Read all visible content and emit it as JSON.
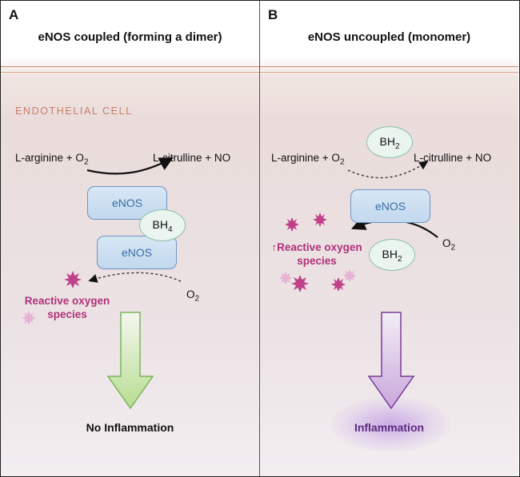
{
  "panel_a": {
    "letter": "A",
    "title": "eNOS coupled (forming a dimer)",
    "cell_label": "ENDOTHELIAL CELL",
    "substrate": "L-arginine + O",
    "substrate_sub": "2",
    "product": "L-citrulline + NO",
    "enos_top": "eNOS",
    "enos_bottom": "eNOS",
    "cofactor": "BH",
    "cofactor_sub": "4",
    "oxygen": "O",
    "oxygen_sub": "2",
    "ros_line1": "Reactive oxygen",
    "ros_line2": "species",
    "outcome": "No Inflammation"
  },
  "panel_b": {
    "letter": "B",
    "title": "eNOS uncoupled (monomer)",
    "cofactor_top": "BH",
    "cofactor_top_sub": "2",
    "substrate": "L-arginine + O",
    "substrate_sub": "2",
    "product": "L-citrulline + NO",
    "enos": "eNOS",
    "oxygen": "O",
    "oxygen_sub": "2",
    "ros_arrow": "↑",
    "ros_line1": "Reactive oxygen",
    "ros_line2": "species",
    "cofactor_bottom": "BH",
    "cofactor_bottom_sub": "2",
    "outcome": "Inflammation"
  },
  "colors": {
    "ros": "#b0307a",
    "enos_text": "#3a6ea5",
    "enos_fill": "#c8dcf0",
    "cofactor_fill": "#eaf5f0",
    "arrow_green": "#c7e4a8",
    "arrow_purple": "#7a3b9a",
    "outcome_b": "#5b2a82",
    "cell_label": "#c57e6c"
  }
}
